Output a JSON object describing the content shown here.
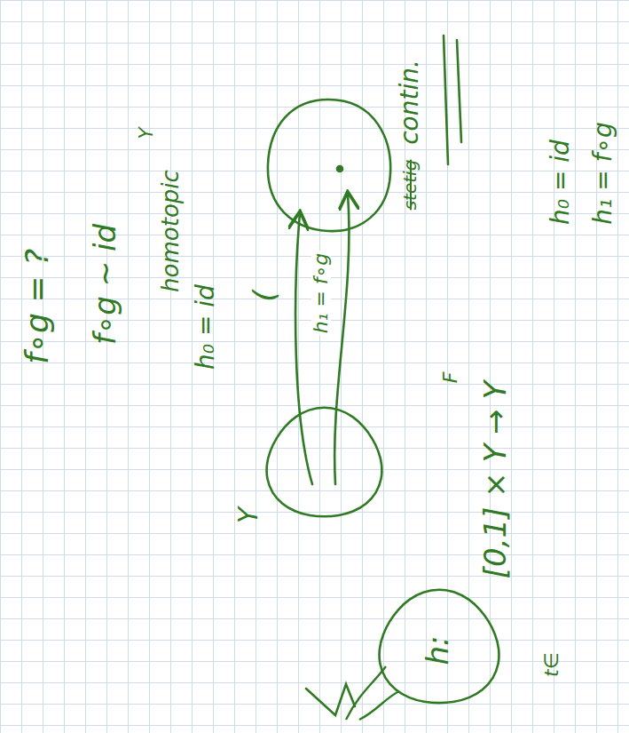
{
  "diagram": {
    "nodes": [
      {
        "text": [
          "Y"
        ]
      },
      {
        "text": [
          "h:"
        ]
      }
    ],
    "labels": [
      "f∘g = ?",
      "f∘g ∼ id",
      "Y",
      "homotopic",
      "h₀ = id",
      "(",
      "h₁ = f∘g",
      "stetig",
      "contin.",
      "[0,1] × Y → Y",
      "F",
      "t∈",
      "h₀ = id",
      "h₁ = f∘g"
    ]
  }
}
